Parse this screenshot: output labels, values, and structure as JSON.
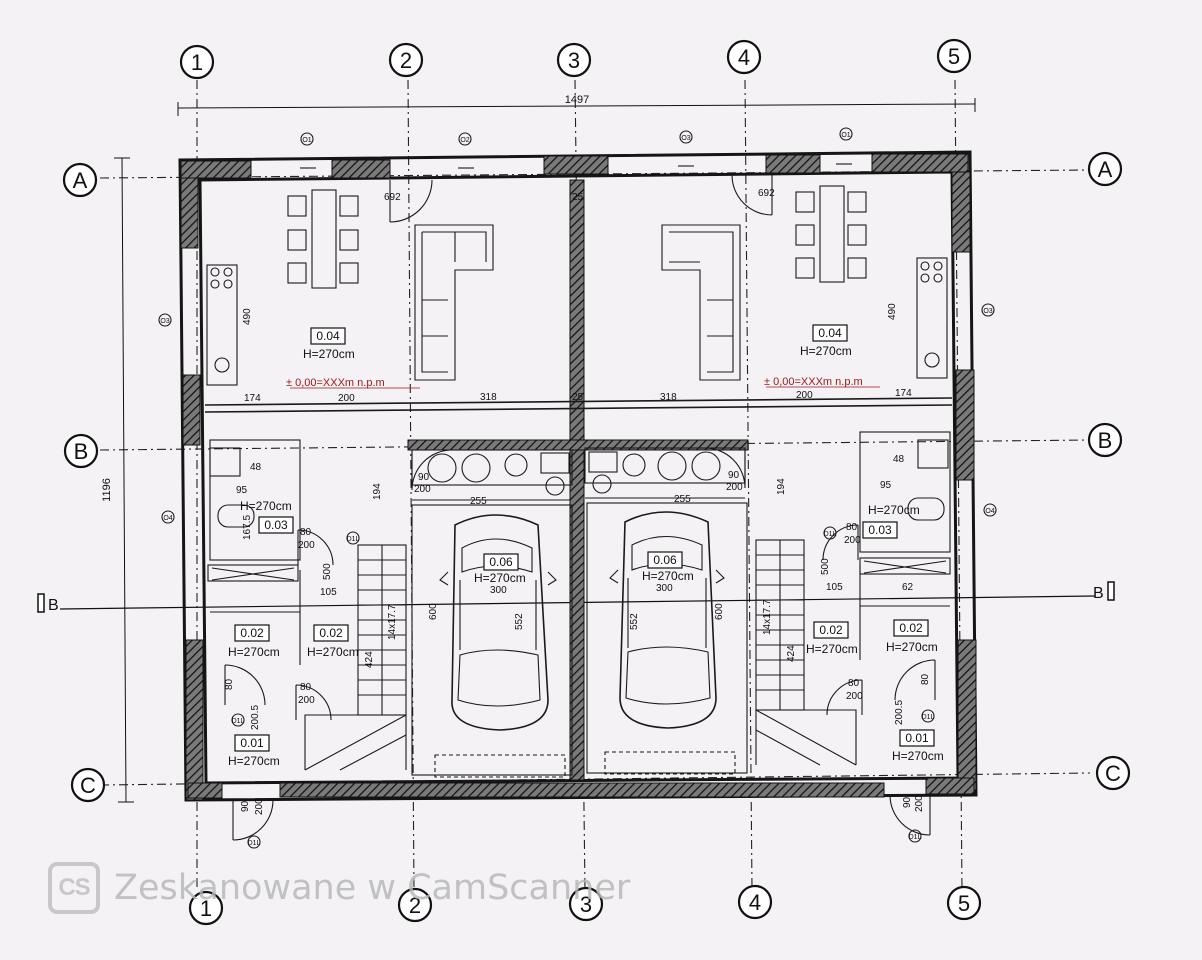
{
  "grid": {
    "columns": [
      "1",
      "2",
      "3",
      "4",
      "5"
    ],
    "rows": [
      "A",
      "B",
      "C"
    ],
    "section_marker": "B"
  },
  "dimensions": {
    "overall_width": "1497",
    "overall_height": "1196",
    "living_width_left": "692",
    "living_width_right": "692",
    "central_wall": "25",
    "kitchen_depth_left": "490",
    "kitchen_depth_right": "490",
    "span_174_left": "174",
    "span_200_left": "200",
    "span_318_left": "318",
    "span_25_mid": "25",
    "span_318_right": "318",
    "span_200_right": "200",
    "span_174_right": "174",
    "garage_width_left": "255",
    "garage_width_right": "255",
    "garage_len_left": "600",
    "garage_len_right": "600",
    "garage_inner_left": "552",
    "garage_inner_right": "552",
    "garage_depth_left": "300",
    "garage_depth_right": "300",
    "hall_len_left": "500",
    "hall_len_right": "500",
    "stair_h_left": "194",
    "stair_h_right": "194",
    "bath_95_left": "95",
    "bath_95_right": "95",
    "bath_48_left": "48",
    "bath_48_right": "48",
    "bath_1675": "167.5",
    "span_105_left": "105",
    "span_105_right": "105",
    "span_62": "62",
    "kitchen_90_left": "90",
    "kitchen_90_right": "90",
    "door_90": "90",
    "door_200": "200",
    "door_80": "80",
    "door_2005": "200.5",
    "stair_formula": "14x17.7",
    "stair_run": "424"
  },
  "rooms": {
    "r004_left": {
      "num": "0.04",
      "h": "H=270cm"
    },
    "r004_right": {
      "num": "0.04",
      "h": "H=270cm"
    },
    "r003_left": {
      "num": "0.03",
      "h": "H=270cm"
    },
    "r003_right": {
      "num": "0.03",
      "h": "H=270cm"
    },
    "r006_left": {
      "num": "0.06",
      "h": "H=270cm"
    },
    "r006_right": {
      "num": "0.06",
      "h": "H=270cm"
    },
    "r002_left_a": {
      "num": "0.02",
      "h": "H=270cm"
    },
    "r002_left_b": {
      "num": "0.02",
      "h": "H=270cm"
    },
    "r002_right_a": {
      "num": "0.02",
      "h": "H=270cm"
    },
    "r002_right_b": {
      "num": "0.02",
      "h": "H=270cm"
    },
    "r001_left": {
      "num": "0.01",
      "h": "H=270cm"
    },
    "r001_right": {
      "num": "0.01",
      "h": "H=270cm"
    }
  },
  "levels": {
    "left": "± 0,00=XXXm n.p.m",
    "right": "± 0,00=XXXm n.p.m"
  },
  "window_tags": [
    "O1",
    "O2",
    "O3",
    "O1",
    "O3",
    "O3",
    "O4",
    "O4"
  ],
  "door_tags": [
    "D1L",
    "D1L",
    "D1L",
    "D1L",
    "D1L",
    "D1L"
  ],
  "colors": {
    "level_red": "#a0181b",
    "ink": "#111111",
    "paper": "#f4f2f5"
  },
  "watermark": {
    "logo": "CS",
    "text": "Zeskanowane w CamScanner"
  }
}
